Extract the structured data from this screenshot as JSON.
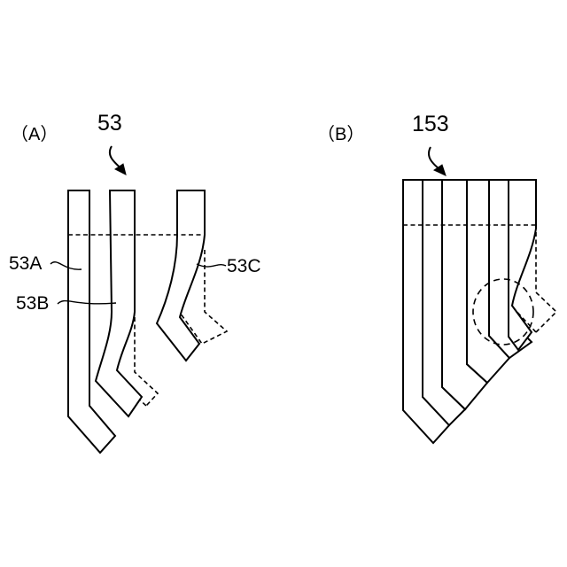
{
  "panel_a": {
    "label": "（A）",
    "ref": "53",
    "callout_a": "53A",
    "callout_b": "53B",
    "callout_c": "53C"
  },
  "panel_b": {
    "label": "（B）",
    "ref": "153"
  }
}
